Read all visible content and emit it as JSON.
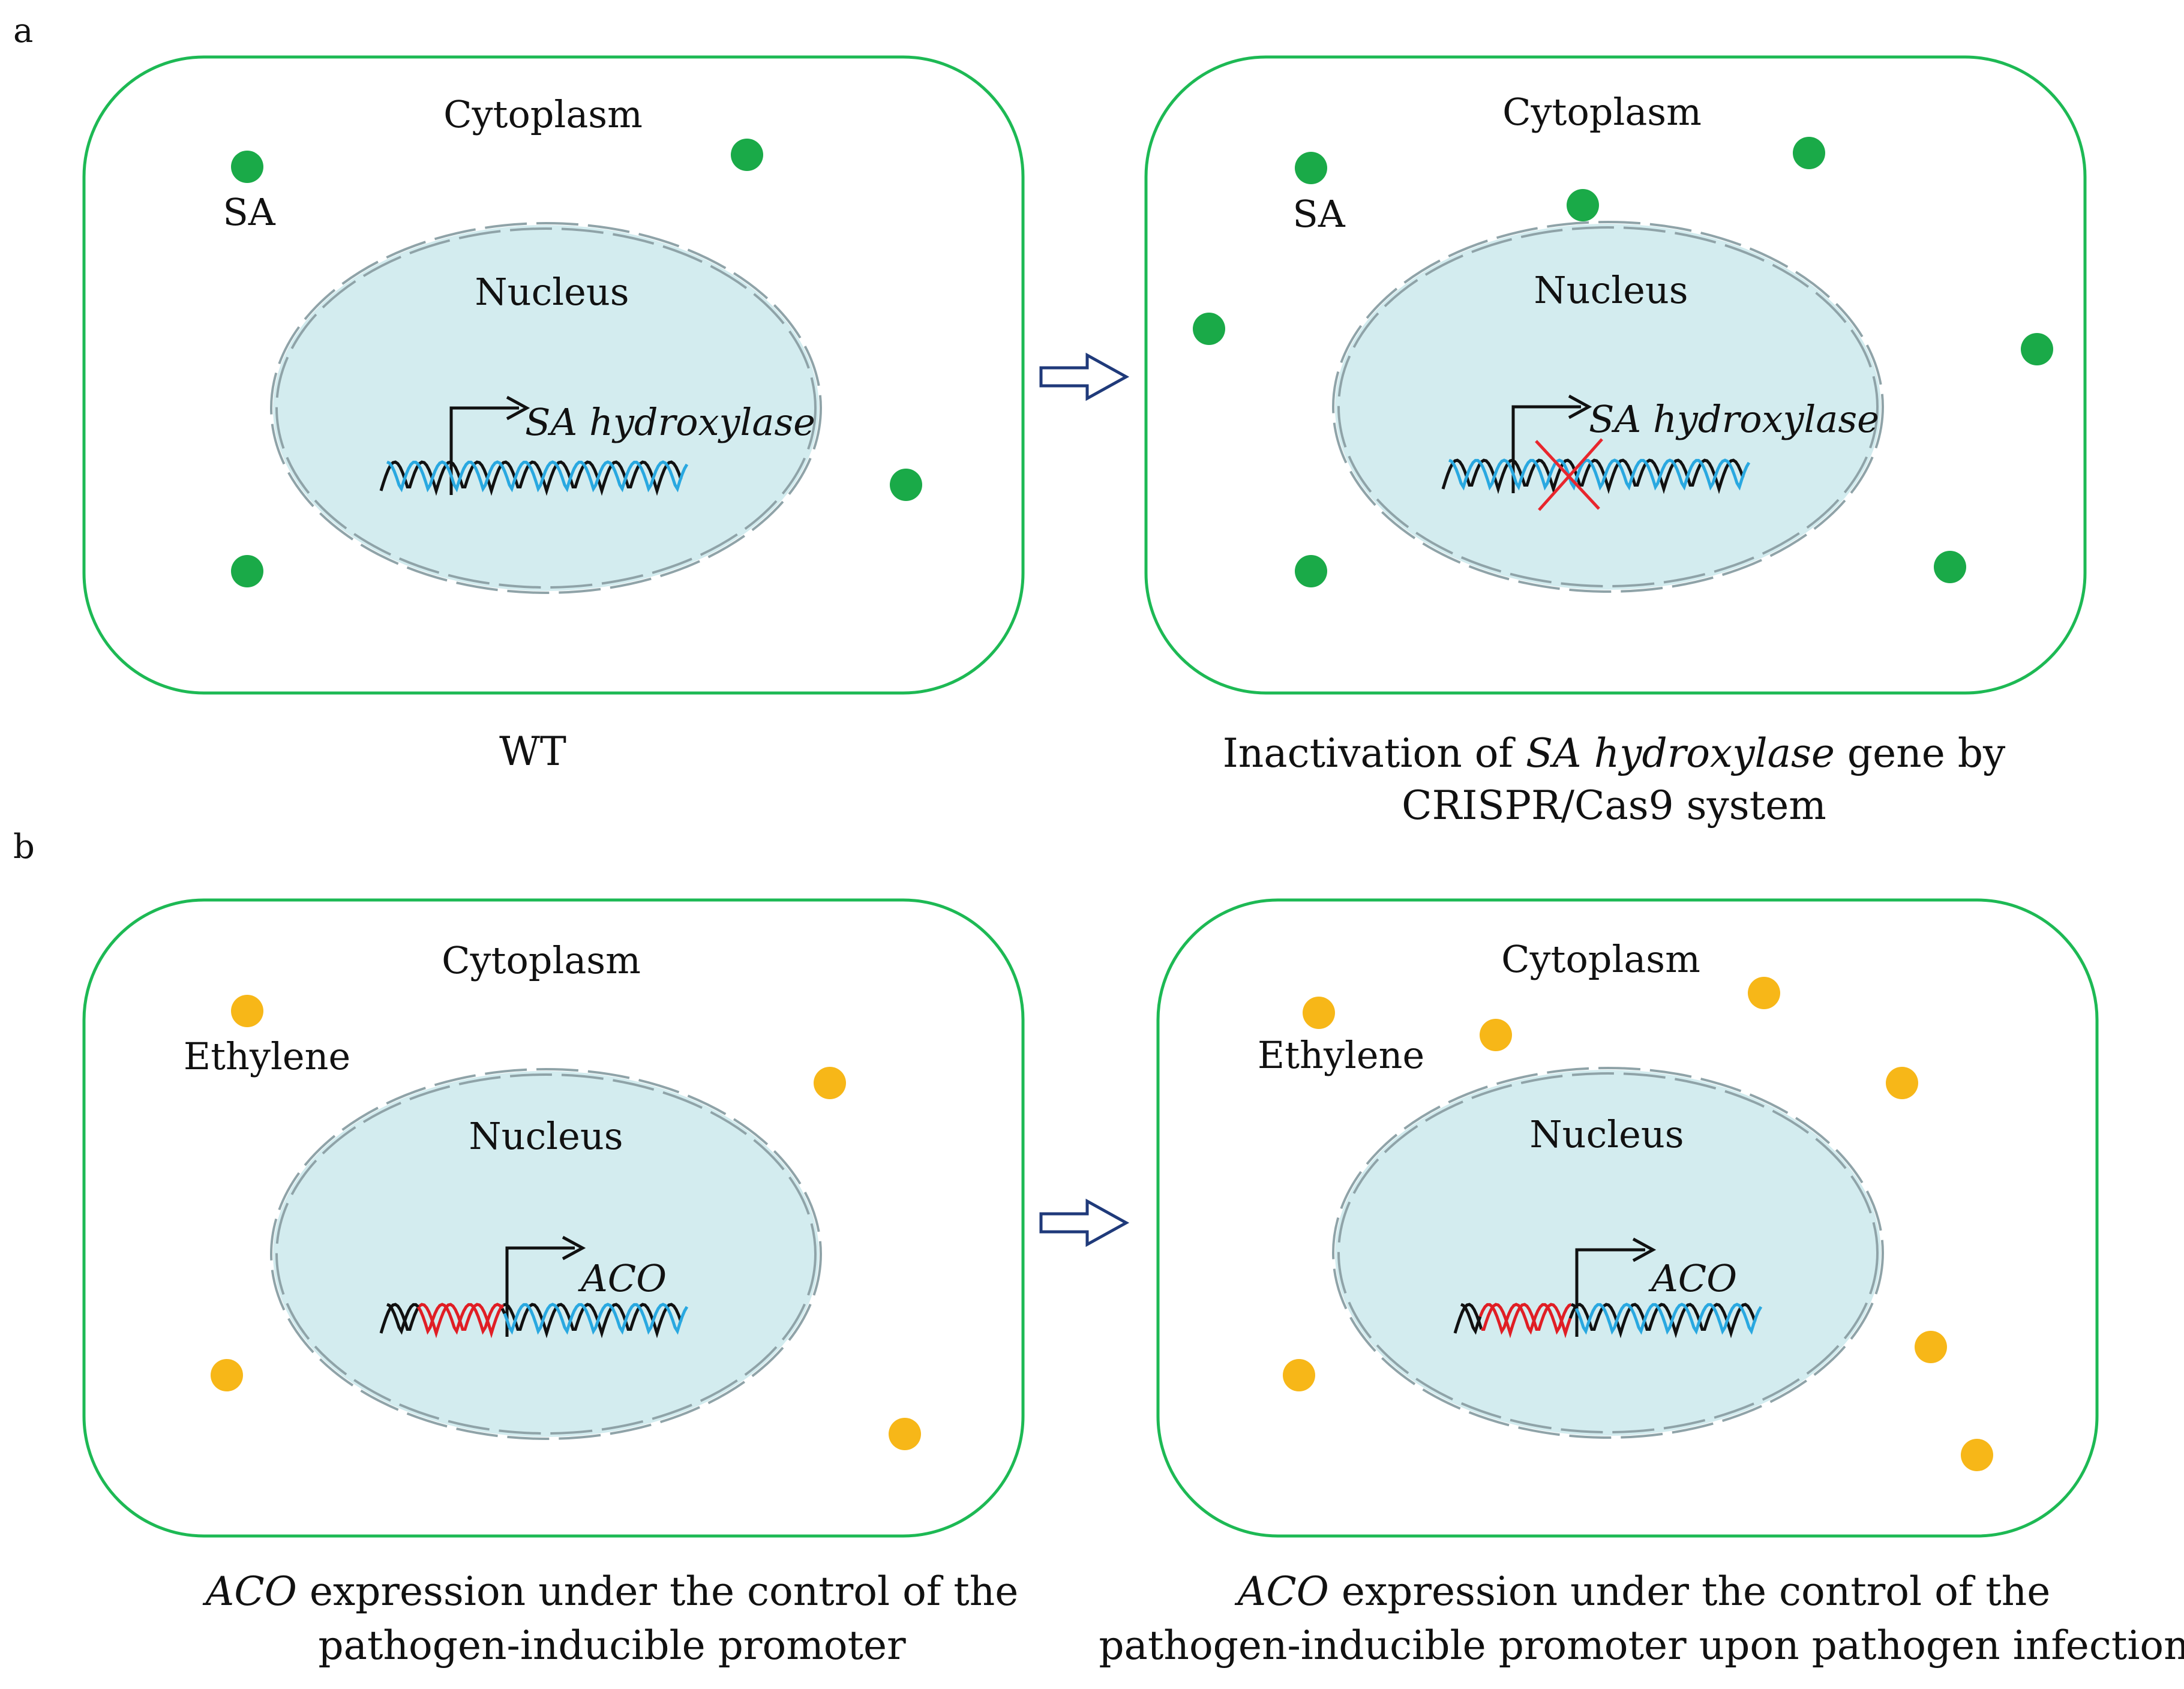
{
  "panel_labels": {
    "a": "a",
    "b": "b"
  },
  "labels": {
    "cytoplasm": "Cytoplasm",
    "nucleus": "Nucleus",
    "sa": "SA",
    "ethylene": "Ethylene",
    "sa_hydroxylase": "SA hydroxylase",
    "aco": "ACO"
  },
  "captions": {
    "a_left": "WT",
    "a_right_line1_pre": "Inactivation of ",
    "a_right_line1_it": "SA hydroxylase",
    "a_right_line1_post": " gene by",
    "a_right_line2": "CRISPR/Cas9 system",
    "b_left_line1_it": "ACO",
    "b_left_line1_post": " expression under the control of the",
    "b_left_line2": "pathogen-inducible promoter",
    "b_right_line1_it": "ACO",
    "b_right_line1_post": " expression under the control of the",
    "b_right_line2": "pathogen-inducible promoter upon pathogen infection"
  },
  "colors": {
    "cell_border": "#1db954",
    "nucleus_fill": "#d3ecef",
    "nucleus_border": "#8fa3a8",
    "sa_dot": "#1aaa48",
    "ethylene_dot": "#f7b718",
    "dna_black": "#111111",
    "dna_blue": "#29a8e0",
    "dna_red": "#e01e25",
    "arrow": "#1f3a7a",
    "cross": "#e8262d"
  }
}
